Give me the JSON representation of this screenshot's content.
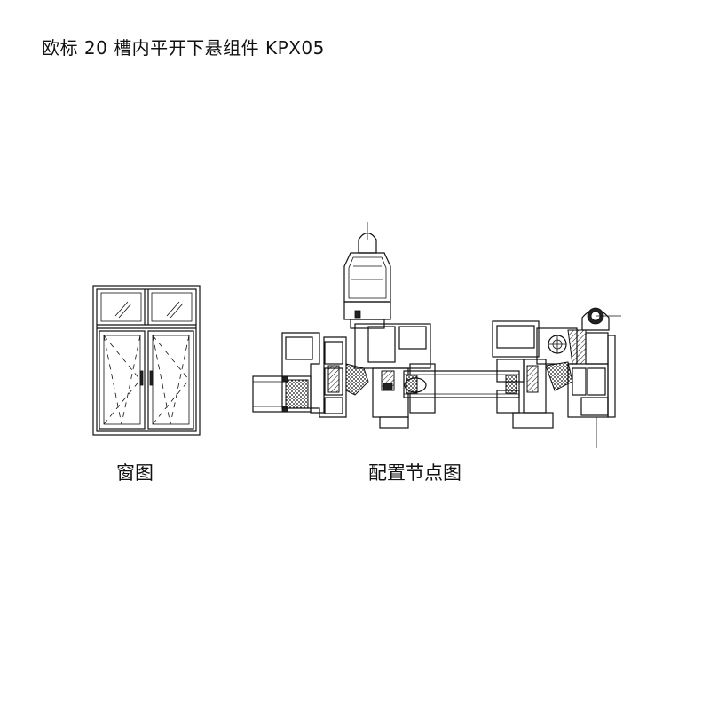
{
  "title": "欧标 20 槽内平开下悬组件 KPX05",
  "captions": {
    "window": "窗图",
    "section": "配置节点图"
  }
}
